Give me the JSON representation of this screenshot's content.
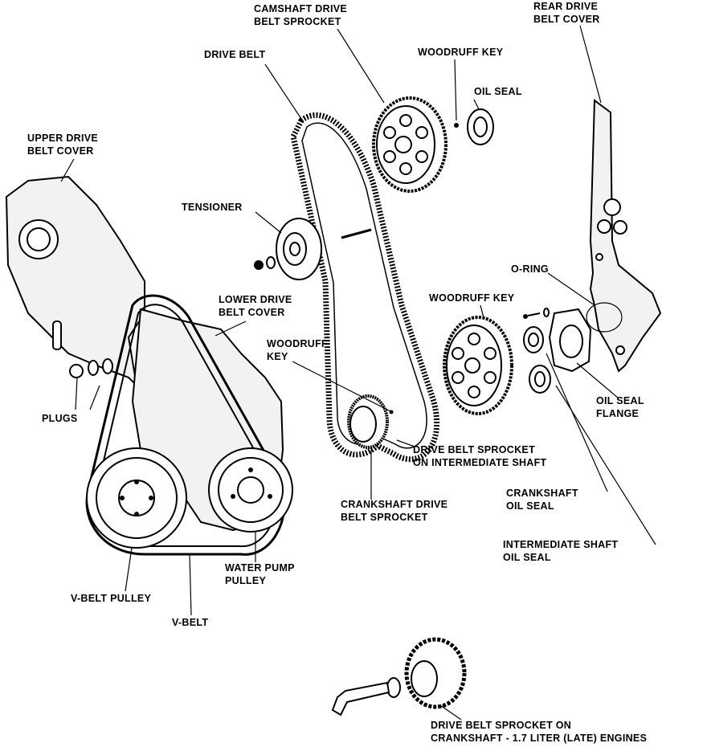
{
  "labels": {
    "camshaft_sprocket": [
      "CAMSHAFT DRIVE",
      "BELT SPROCKET"
    ],
    "rear_cover": [
      "REAR DRIVE",
      "BELT COVER"
    ],
    "drive_belt": [
      "DRIVE BELT"
    ],
    "woodruff_key_top": [
      "WOODRUFF KEY"
    ],
    "oil_seal_top": [
      "OIL SEAL"
    ],
    "upper_cover": [
      "UPPER DRIVE",
      "BELT COVER"
    ],
    "tensioner": [
      "TENSIONER"
    ],
    "o_ring": [
      "O-RING"
    ],
    "lower_cover": [
      "LOWER DRIVE",
      "BELT COVER"
    ],
    "woodruff_key_mid": [
      "WOODRUFF KEY"
    ],
    "woodruff_key_left": [
      "WOODRUFF",
      "KEY"
    ],
    "oil_seal_flange": [
      "OIL SEAL",
      "FLANGE"
    ],
    "plugs": [
      "PLUGS"
    ],
    "intermediate_sprocket": [
      "DRIVE BELT SPROCKET",
      "ON INTERMEDIATE SHAFT"
    ],
    "crankshaft_oil_seal": [
      "CRANKSHAFT",
      "OIL SEAL"
    ],
    "crankshaft_sprocket": [
      "CRANKSHAFT DRIVE",
      "BELT SPROCKET"
    ],
    "intermediate_oil_seal": [
      "INTERMEDIATE SHAFT",
      "OIL SEAL"
    ],
    "water_pump_pulley": [
      "WATER PUMP",
      "PULLEY"
    ],
    "vbelt_pulley": [
      "V-BELT PULLEY"
    ],
    "vbelt": [
      "V-BELT"
    ],
    "late_sprocket": [
      "DRIVE BELT SPROCKET ON",
      "CRANKSHAFT - 1.7 LITER (LATE) ENGINES"
    ]
  }
}
